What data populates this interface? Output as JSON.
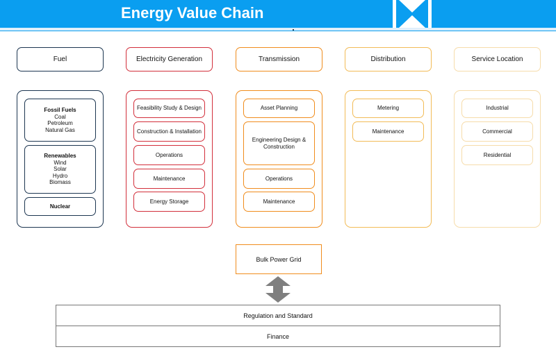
{
  "header": {
    "title": "Energy Value Chain",
    "accent": "#0a9ef0"
  },
  "columns": [
    {
      "title": "Fuel",
      "color": "#1c3550",
      "items": [
        {
          "heading": "Fossil Fuels",
          "lines": [
            "Coal",
            "Petroleum",
            "Natural Gas"
          ]
        },
        {
          "heading": "Renewables",
          "lines": [
            "Wind",
            "Solar",
            "Hydro",
            "Biomass"
          ]
        },
        {
          "heading": "Nuclear",
          "lines": []
        }
      ]
    },
    {
      "title": "Electricity Generation",
      "color": "#d22e3a",
      "items": [
        "Feasibility Study & Design",
        "Construction & Installation",
        "Operations",
        "Maintenance",
        "Energy Storage"
      ]
    },
    {
      "title": "Transmission",
      "color": "#f08c1c",
      "items": [
        "Asset Planning",
        "Engineering Design & Construction",
        "Operations",
        "Maintenance"
      ]
    },
    {
      "title": "Distribution",
      "color": "#f2bb56",
      "items": [
        "Metering",
        "Maintenance"
      ]
    },
    {
      "title": "Service Location",
      "color": "#f6dcaa",
      "items": [
        "Industrial",
        "Commercial",
        "Residential"
      ]
    }
  ],
  "bulk_power_grid": "Bulk Power Grid",
  "bottom_bars": [
    "Regulation and Standard",
    "Finance"
  ]
}
